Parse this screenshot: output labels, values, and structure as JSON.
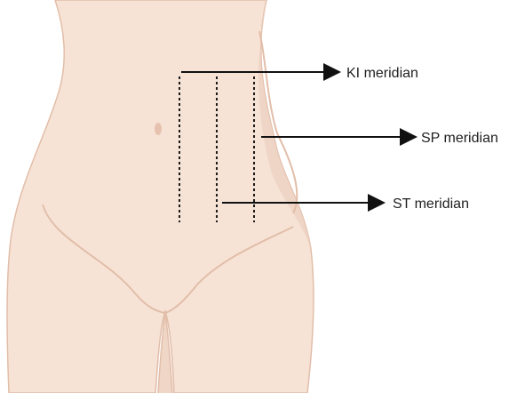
{
  "labels": {
    "ki": "KI meridian",
    "sp": "SP meridian",
    "st": "ST meridian"
  },
  "colors": {
    "skin": "#f6e3d6",
    "skin_shadow": "#e9c8b6",
    "skin_outline": "#e2bea9",
    "meridian_line": "#1a1a1a",
    "arrow": "#111111",
    "text": "#1f1f1f"
  }
}
